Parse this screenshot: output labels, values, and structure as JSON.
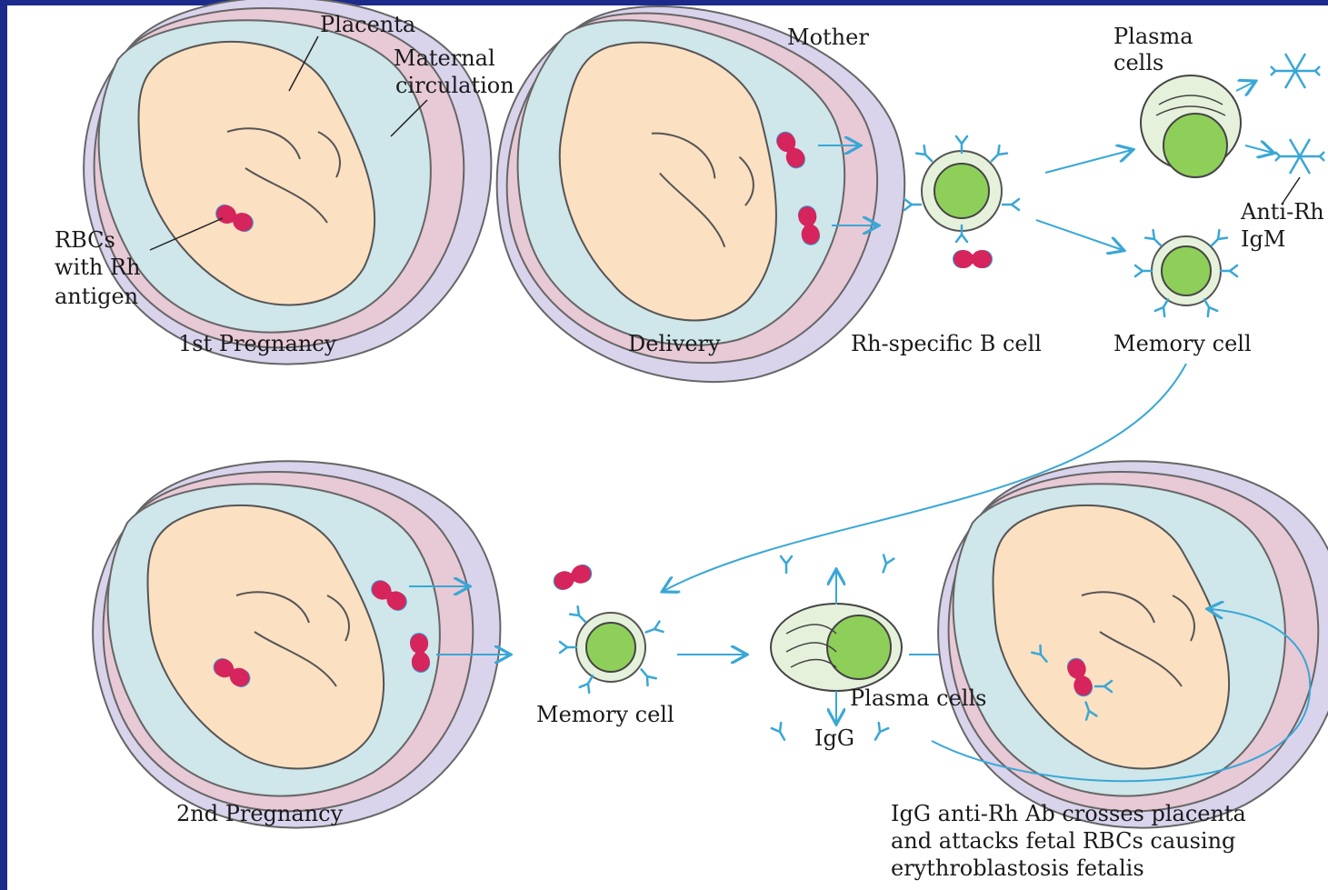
{
  "labels": {
    "placenta": "Placenta",
    "maternal_circulation_1": "Maternal",
    "maternal_circulation_2": "circulation",
    "rbcs_1": "RBCs",
    "rbcs_2": "with Rh",
    "rbcs_3": "antigen",
    "mother": "Mother",
    "plasma_cells_1": "Plasma",
    "plasma_cells_2": "cells",
    "anti_rh_1": "Anti-Rh",
    "anti_rh_2": "IgM",
    "igg": "IgG",
    "plasma_cells_bottom": "Plasma cells",
    "memory_cell_bottom": "Memory cell"
  },
  "captions": {
    "first_pregnancy": "1st Pregnancy",
    "delivery": "Delivery",
    "b_cell": "Rh-specific B cell",
    "memory_cell": "Memory cell",
    "second_pregnancy": "2nd Pregnancy",
    "result_1": "IgG anti-Rh Ab crosses placenta",
    "result_2": "and attacks fetal RBCs causing",
    "result_3": "erythroblastosis fetalis"
  },
  "colors": {
    "frame": "#1c2a8c",
    "amniotic": "#cfe6ea",
    "placenta": "#e8c9d6",
    "maternal": "#d9d3ec",
    "fetus": "#fbe0c2",
    "rbc": "#d6245c",
    "antigen": "#2aa6d8",
    "cell_nucleus": "#8ecf5a",
    "cell_body": "#e6f1dc",
    "arrow": "#39a7d6"
  }
}
